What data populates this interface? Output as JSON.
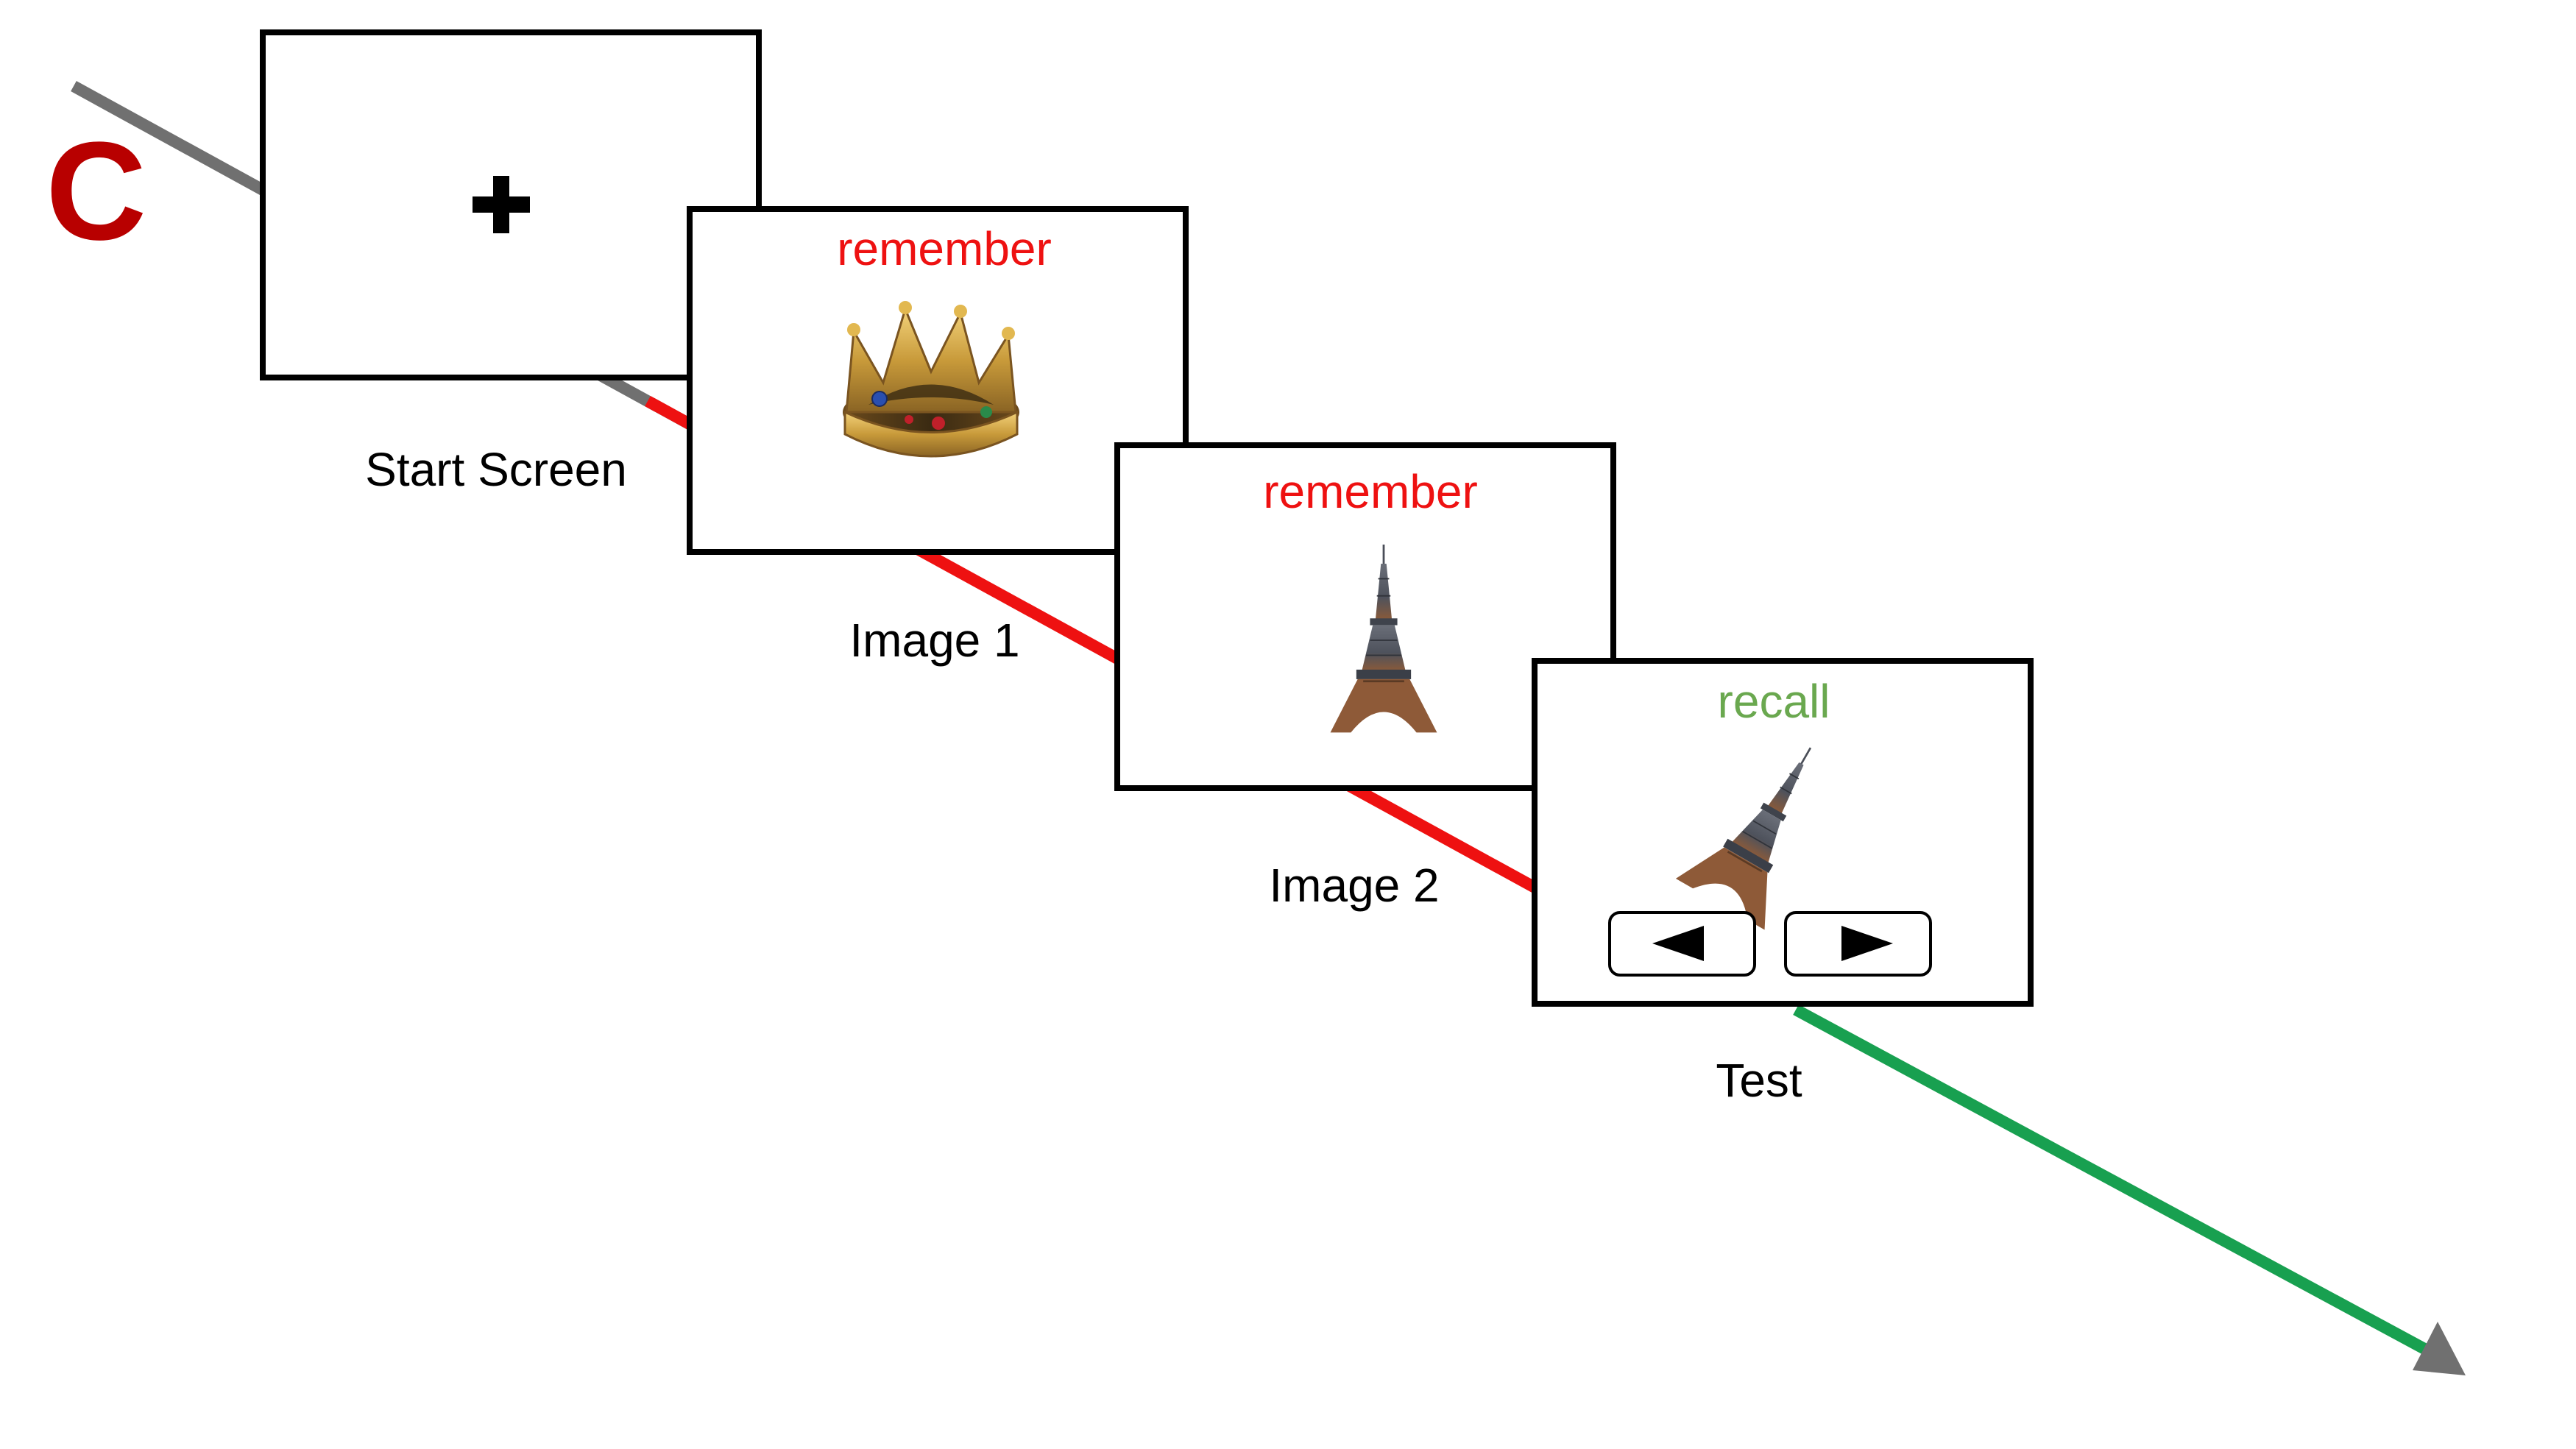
{
  "figure": {
    "panel_letter": "C",
    "colors": {
      "panel_letter": "#b80000",
      "timeline_start": "#707070",
      "timeline_encoding": "#ee1111",
      "timeline_test": "#18a050",
      "cue_remember": "#ee1111",
      "cue_recall": "#6aa84f",
      "frame": "#000000"
    }
  },
  "screens": [
    {
      "id": "start",
      "label": "Start Screen",
      "content": "fixation-cross"
    },
    {
      "id": "image1",
      "label": "Image 1",
      "cue": "remember",
      "content": "crown-image"
    },
    {
      "id": "image2",
      "label": "Image 2",
      "cue": "remember",
      "content": "eiffel-tower-image"
    },
    {
      "id": "test",
      "label": "Test",
      "cue": "recall",
      "content": "eiffel-tower-image-rotated",
      "buttons": [
        {
          "id": "left",
          "icon": "left-arrow-icon"
        },
        {
          "id": "right",
          "icon": "right-arrow-icon"
        }
      ]
    }
  ]
}
